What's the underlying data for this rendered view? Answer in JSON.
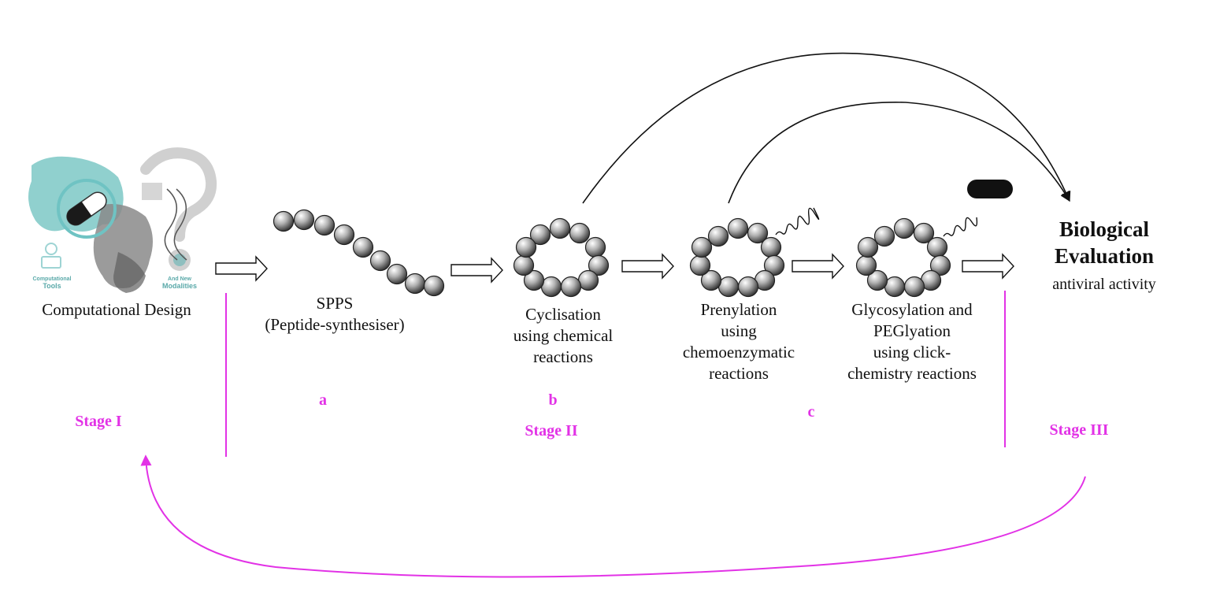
{
  "steps": {
    "design": "Computational Design",
    "design_icon_text": {
      "left_top": "Computational",
      "left_bottom": "Tools",
      "right_top": "And New",
      "right_bottom": "Modalities"
    },
    "spps_line1": "SPPS",
    "spps_line2": "(Peptide-synthesiser)",
    "cycl_line1": "Cyclisation",
    "cycl_line2": "using chemical",
    "cycl_line3": "reactions",
    "pren_line1": "Prenylation",
    "pren_line2": "using",
    "pren_line3": "chemoenzymatic",
    "pren_line4": "reactions",
    "glyc_line1": "Glycosylation and",
    "glyc_line2": "PEGlyation",
    "glyc_line3": "using click-",
    "glyc_line4": "chemistry reactions",
    "bio_line1": "Biological",
    "bio_line2": "Evaluation",
    "bio_sub": "antiviral activity"
  },
  "markers": {
    "a": "a",
    "b": "b",
    "c": "c"
  },
  "stages": {
    "one": "Stage I",
    "two": "Stage II",
    "three": "Stage III"
  },
  "colors": {
    "stage": "#e232e6",
    "line": "#111111",
    "bead_light": "#f2f2f2",
    "bead_dark": "#2a2a2a",
    "protein": "#6fc3c3"
  }
}
